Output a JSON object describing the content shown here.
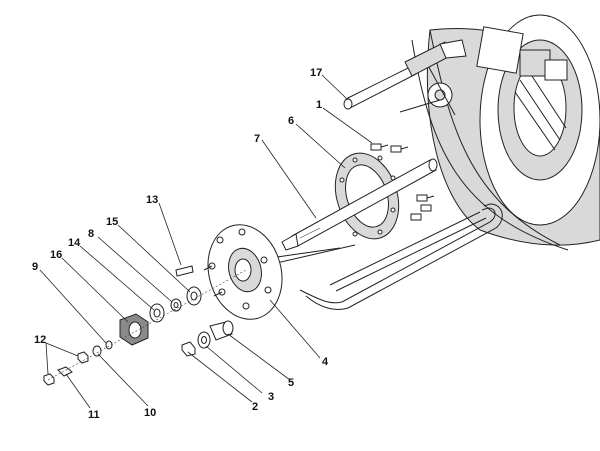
{
  "diagram": {
    "type": "exploded-parts-drawing",
    "callouts": [
      {
        "id": "17",
        "label": "17"
      },
      {
        "id": "1",
        "label": "1"
      },
      {
        "id": "6",
        "label": "6"
      },
      {
        "id": "7",
        "label": "7"
      },
      {
        "id": "13",
        "label": "13"
      },
      {
        "id": "15",
        "label": "15"
      },
      {
        "id": "8",
        "label": "8"
      },
      {
        "id": "14",
        "label": "14"
      },
      {
        "id": "16",
        "label": "16"
      },
      {
        "id": "9",
        "label": "9"
      },
      {
        "id": "12",
        "label": "12"
      },
      {
        "id": "11",
        "label": "11"
      },
      {
        "id": "10",
        "label": "10"
      },
      {
        "id": "2",
        "label": "2"
      },
      {
        "id": "3",
        "label": "3"
      },
      {
        "id": "5",
        "label": "5"
      },
      {
        "id": "4",
        "label": "4"
      }
    ]
  }
}
